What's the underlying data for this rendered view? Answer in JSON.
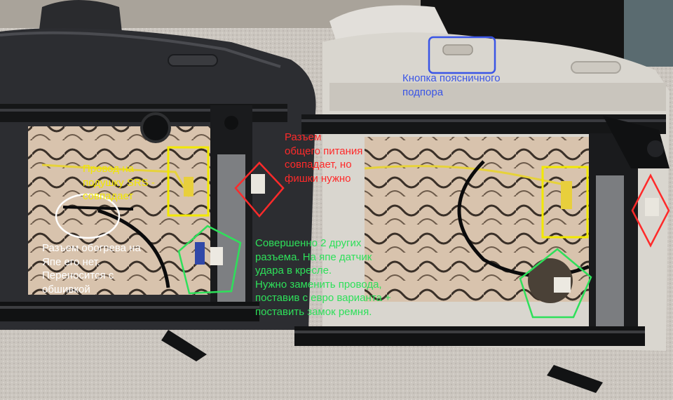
{
  "annotations": {
    "lumbar_button": "Кнопка поясничного\nподпора",
    "power_connector": "Разъем\nобщего питания\nсовпадает, но\nфишки нужно",
    "srs_wire": "Провод на\nподушку SRS -\nсовпадает",
    "heater_connector": "Разъем обогрева на\nЯпе его нет.\nПереносится с\nобшивкой",
    "other_connectors": "Совершенно 2 других\nразъема. На япе датчик\nудара в кресле.\nНужно заменить провода,\nпоставив с  евро варианта +\nпоставить замок ремня."
  },
  "colors": {
    "yellow": "#f2e800",
    "red": "#ff2a2a",
    "white": "#ffffff",
    "green": "#2ee05a",
    "blue": "#3a55e6"
  },
  "icons": [
    "seat-left",
    "seat-right",
    "seat-rail",
    "wire-harness",
    "connector"
  ]
}
